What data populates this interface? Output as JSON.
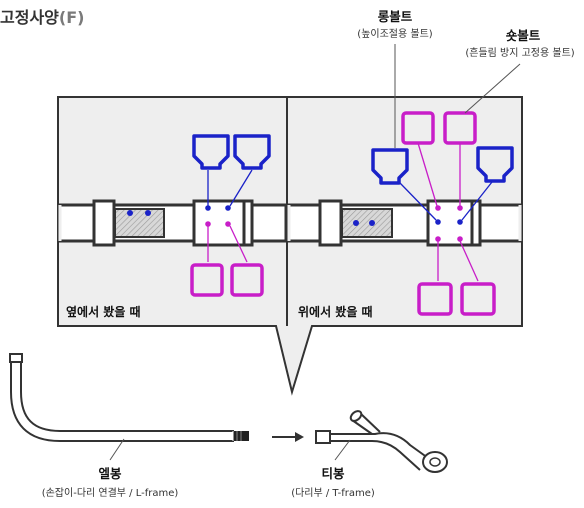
{
  "title": {
    "main": "고정사양",
    "suffix": "(F)"
  },
  "labels": {
    "long_bolt": {
      "name": "롱볼트",
      "desc": "(높이조절용 볼트)"
    },
    "short_bolt": {
      "name": "숏볼트",
      "desc": "(흔들림 방지 고정용 볼트)"
    },
    "l_bong": {
      "name": "엘봉",
      "desc": "(손잡이-다리 연결부 / L-frame)"
    },
    "t_bong": {
      "name": "티봉",
      "desc": "(다리부 / T-frame)"
    }
  },
  "panels": {
    "side_view": "옆에서 봤을 때",
    "top_view": "위에서 봤을 때"
  },
  "colors": {
    "panel_bg": "#eeeeee",
    "outline": "#333333",
    "long_bolt": "#1a22c8",
    "short_bolt": "#c81ec8",
    "pipe_fill": "#ffffff",
    "hatch": "#999999"
  }
}
